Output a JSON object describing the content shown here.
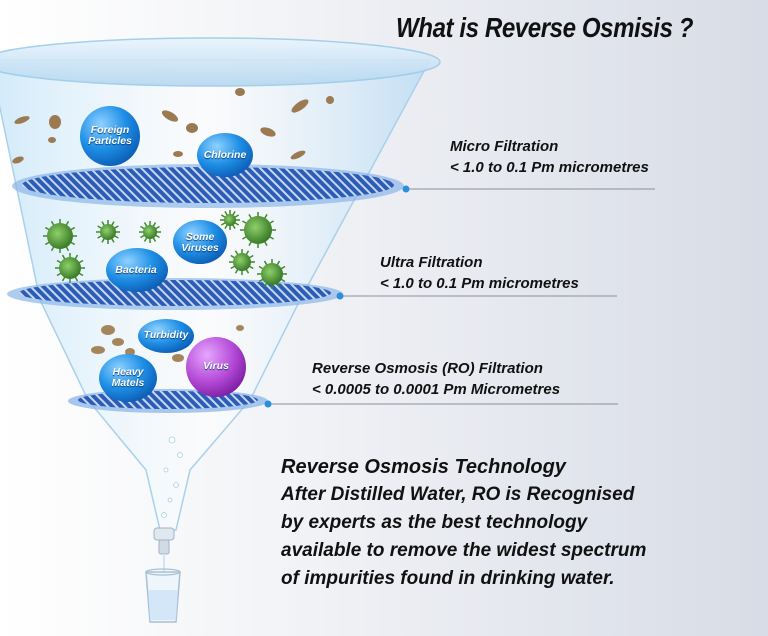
{
  "title": "What is Reverse Osmisis ?",
  "stages": [
    {
      "name": "Micro Filtration",
      "range": "< 1.0 to 0.1 Pm micrometres"
    },
    {
      "name": "Ultra Filtration",
      "range": "< 1.0 to 0.1 Pm micrometres"
    },
    {
      "name": "Reverse Osmosis (RO) Filtration",
      "range": "< 0.0005 to 0.0001 Pm Micrometres"
    }
  ],
  "contaminants": {
    "foreign_particles": [
      "Foreign",
      "Particles"
    ],
    "chlorine": "Chlorine",
    "some_viruses": [
      "Some",
      "Viruses"
    ],
    "bacteria": "Bacteria",
    "turbidity": "Turbidity",
    "heavy_metals": [
      "Heavy",
      "Matels"
    ],
    "virus": "Virus"
  },
  "description": {
    "heading": "Reverse Osmosis Technology",
    "lines": [
      "After Distilled Water, RO is Recognised",
      "by experts as the best technology",
      "available to remove the widest spectrum",
      "of impurities  found in drinking water."
    ]
  },
  "colors": {
    "bubble_blue": "#1f8fe6",
    "bubble_purple": "#b44ad6",
    "filter_blue": "#2f5fb8",
    "leader_line": "#8a8f99",
    "particle_brown": "#9b7a52",
    "germ_green": "#3d8a2a"
  }
}
